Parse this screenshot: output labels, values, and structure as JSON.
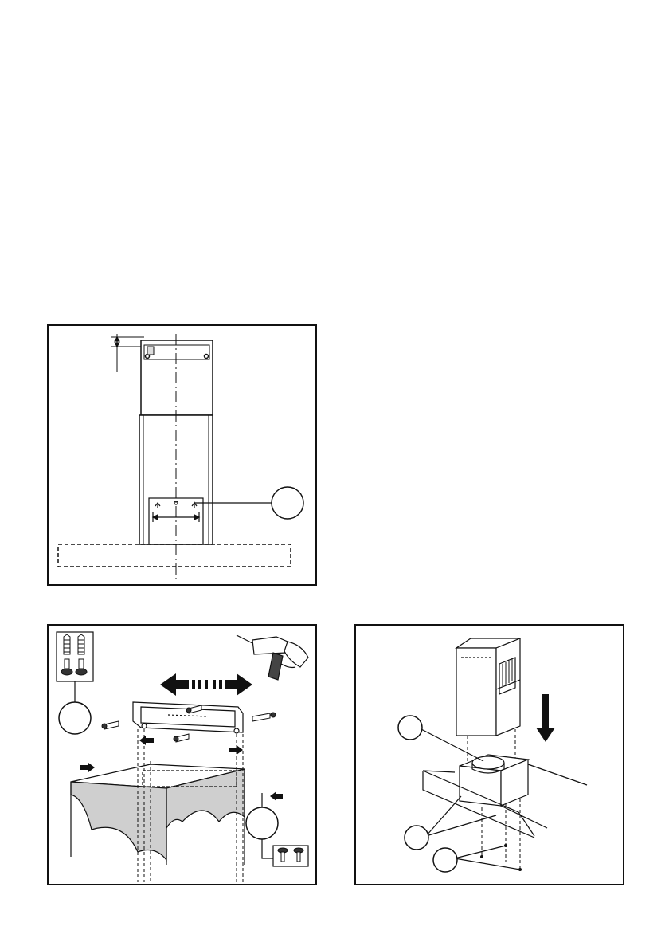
{
  "figures": [
    {
      "id": "a",
      "callouts": [
        ""
      ]
    },
    {
      "id": "b",
      "callouts": [
        "",
        ""
      ],
      "fixings_kit": [
        "wall-plug",
        "wall-plug",
        "screw",
        "screw"
      ]
    },
    {
      "id": "c",
      "callouts": [
        "",
        "",
        ""
      ]
    }
  ],
  "icons": {
    "drill": "drill-icon",
    "screws": "screw-icon",
    "wall_plugs": "wall-plug-icon",
    "down_arrow": "arrow-down-icon",
    "double_arrow": "double-arrow-icon"
  },
  "colors": {
    "line": "#111111",
    "shade": "#cfcfcf",
    "panel_bg": "#ffffff"
  }
}
